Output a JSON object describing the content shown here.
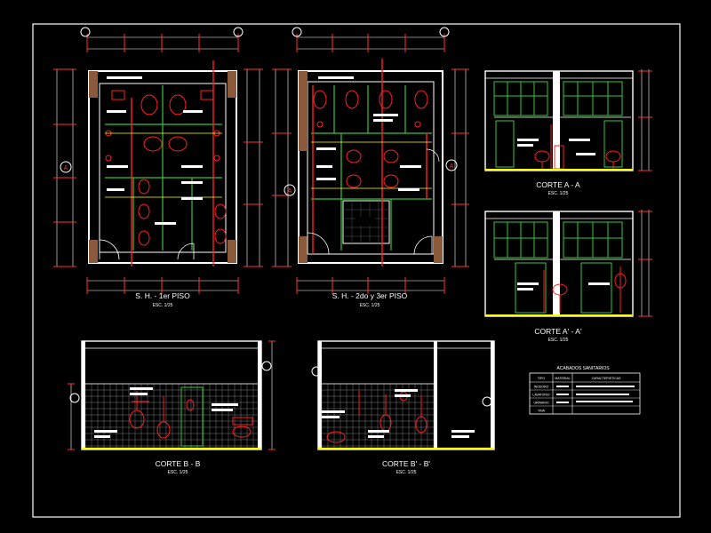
{
  "colors": {
    "background": "#000000",
    "frame": "#ffffff",
    "wall": "#ffffff",
    "dimension": "#ffffff",
    "fixture": "#ff2020",
    "tile": "#b8b8b8",
    "partition": "#3ac43a",
    "floor": "#ffff00",
    "label": "#ffffff",
    "axis_bubble": "#ff3030",
    "pink": "#ff66cc",
    "grout": "#777777"
  },
  "views": {
    "plan_first_floor": {
      "title": "S. H. - 1er PISO",
      "scale": "ESC. 1/25"
    },
    "plan_upper_floors": {
      "title": "S. H. - 2do y 3er PISO",
      "scale": "ESC. 1/25"
    },
    "section_aa": {
      "title": "CORTE A - A",
      "scale": "ESC. 1/25"
    },
    "section_aa_prime": {
      "title": "CORTE A' - A'",
      "scale": "ESC. 1/25"
    },
    "section_bb": {
      "title": "CORTE B - B",
      "scale": "ESC. 1/25"
    },
    "section_bb_prime": {
      "title": "CORTE B' - B'",
      "scale": "ESC. 1/25"
    }
  },
  "axis_markers": [
    "A",
    "A'",
    "B",
    "B'"
  ],
  "legend": {
    "title": "ACABADOS SANITARIOS",
    "header": [
      "TIPO",
      "MATERIAL",
      "CARACTERISTICAS"
    ],
    "rows": [
      [
        "INODORO",
        "",
        ""
      ],
      [
        "LAVATORIO",
        "",
        ""
      ],
      [
        "URINARIO",
        "",
        ""
      ],
      [
        "TINA",
        "",
        ""
      ]
    ]
  }
}
